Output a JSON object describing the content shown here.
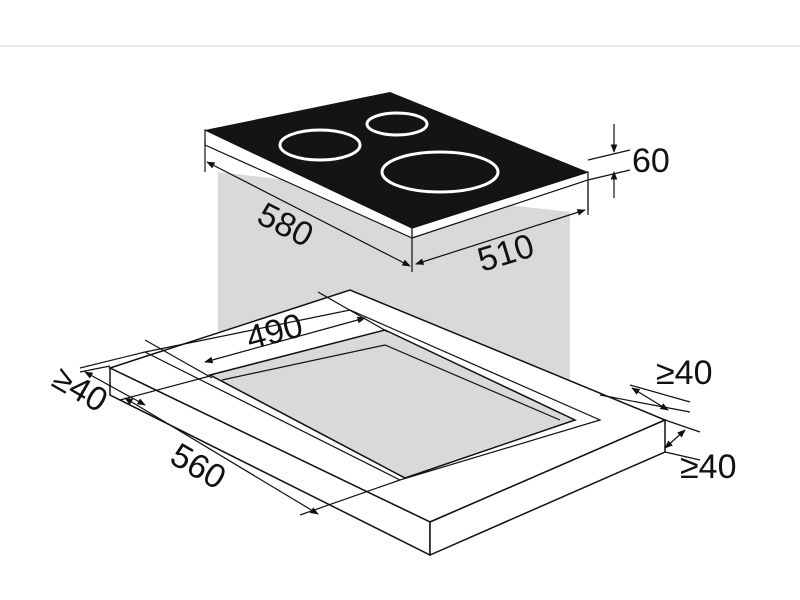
{
  "colors": {
    "glass": "#141414",
    "zone": "#ffffff",
    "projection": "#d9d9d9",
    "cabinet": "#ffffff",
    "line": "#111111",
    "divider": "#dddddd"
  },
  "dimensions": {
    "hob_height": "60",
    "hob_depth": "580",
    "hob_width": "510",
    "cutout_width": "490",
    "cutout_depth": "560",
    "clearance_left": "≥40",
    "clearance_right_top": "≥40",
    "clearance_right_bottom": "≥40"
  }
}
